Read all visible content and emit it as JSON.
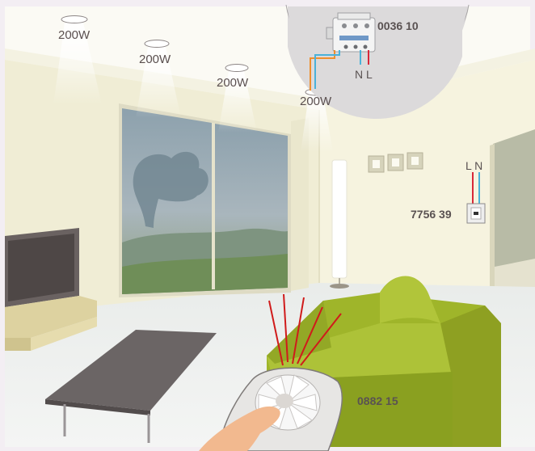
{
  "lights": [
    {
      "label": "200W"
    },
    {
      "label": "200W"
    },
    {
      "label": "200W"
    },
    {
      "label": "200W"
    }
  ],
  "dimmer_module": {
    "code": "0036 10",
    "wires": "N L"
  },
  "wall_switch": {
    "code": "7756 39",
    "wires": "L N"
  },
  "remote": {
    "code": "0882 15"
  },
  "colors": {
    "background": "#f3eef3",
    "wall": "#f1eed9",
    "floor": "#eef0ef",
    "sofa": "#9fb52a",
    "wire_live": "#d8283a",
    "wire_neutral": "#4ab2d9",
    "ir_signal": "#d01b1b"
  },
  "icons": [
    "ceiling-light-icon",
    "dimmer-module-icon",
    "wall-switch-icon",
    "remote-control-icon",
    "hand-icon"
  ]
}
